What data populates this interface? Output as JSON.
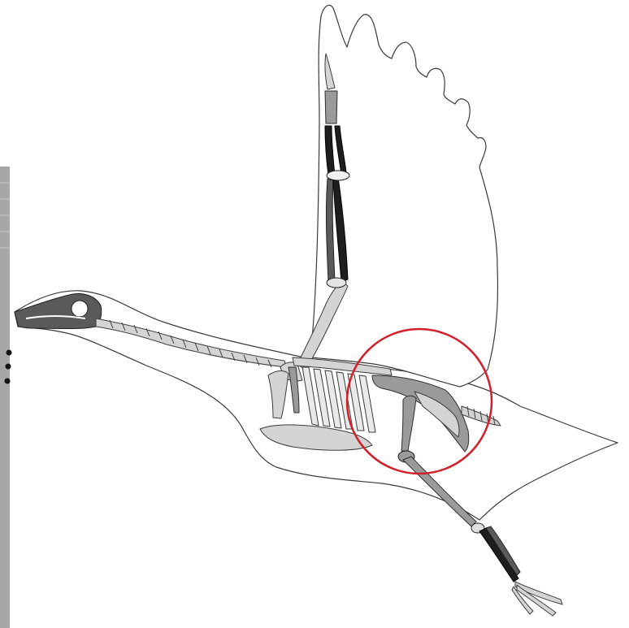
{
  "figure": {
    "subject": "bird-skeleton-in-flight",
    "highlight": {
      "shape": "circle",
      "color": "#d21f2a",
      "target": "pelvis-and-hip-joint"
    },
    "palette": {
      "light_bone": "#d4d4d4",
      "mid_bone": "#9a9a9a",
      "dark_bone": "#5a5a5a",
      "black_bone": "#1e1e1e",
      "outline": "#3a3a3a",
      "background": "#ffffff"
    }
  },
  "left_strip": {
    "color": "#a7a7a7"
  }
}
